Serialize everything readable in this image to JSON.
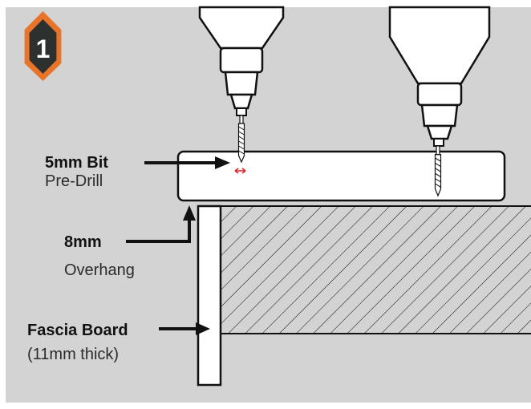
{
  "step": {
    "number": "1"
  },
  "labels": {
    "bit_size": "5mm Bit",
    "bit_action": "Pre-Drill",
    "overhang_size": "8mm",
    "overhang_label": "Overhang",
    "fascia_name": "Fascia Board",
    "fascia_thickness": "(11mm thick)"
  },
  "colors": {
    "panel_background": "#d3d3d3",
    "badge_ring": "#e8742a",
    "badge_fill": "#2c302f",
    "line": "#111111",
    "marker_red": "#e02020"
  },
  "icons": {
    "left_drill": "drill-icon",
    "right_drill": "drill-icon",
    "width_marker": "double-arrow-icon"
  }
}
